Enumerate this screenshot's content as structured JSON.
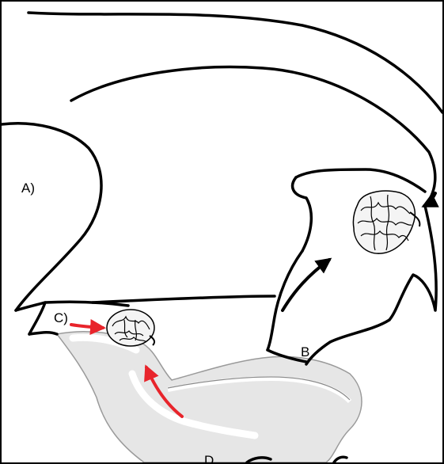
{
  "labels": {
    "a": "A)",
    "b": "B",
    "c": "C)",
    "d": "D"
  },
  "colors": {
    "outline": "#000000",
    "fill_gray": "#e6e6e6",
    "arrow_red": "#e8242b",
    "background": "#ffffff"
  },
  "icons": {
    "brain_small": "brain-icon",
    "brain_large": "brain-icon",
    "arrow_red": "red-arrow-icon",
    "arrow_black": "black-arrow-icon"
  }
}
